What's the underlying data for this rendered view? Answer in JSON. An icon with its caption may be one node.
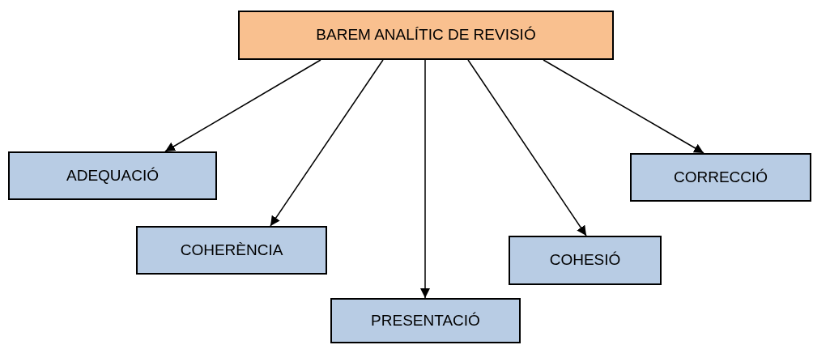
{
  "diagram": {
    "nodes": [
      {
        "text": [
          "BAREM ANALÍTIC DE REVISIÓ"
        ]
      },
      {
        "text": [
          "ADEQUACIÓ"
        ]
      },
      {
        "text": [
          "COHERÈNCIA"
        ]
      },
      {
        "text": [
          "PRESENTACIÓ"
        ]
      },
      {
        "text": [
          "COHESIÓ"
        ]
      },
      {
        "text": [
          "CORRECCIÓ"
        ]
      }
    ],
    "edges": [
      {
        "from": 0,
        "to": 1,
        "arrow": "to"
      },
      {
        "from": 0,
        "to": 2,
        "arrow": "to"
      },
      {
        "from": 0,
        "to": 3,
        "arrow": "to"
      },
      {
        "from": 0,
        "to": 4,
        "arrow": "to"
      },
      {
        "from": 0,
        "to": 5,
        "arrow": "to"
      }
    ]
  }
}
